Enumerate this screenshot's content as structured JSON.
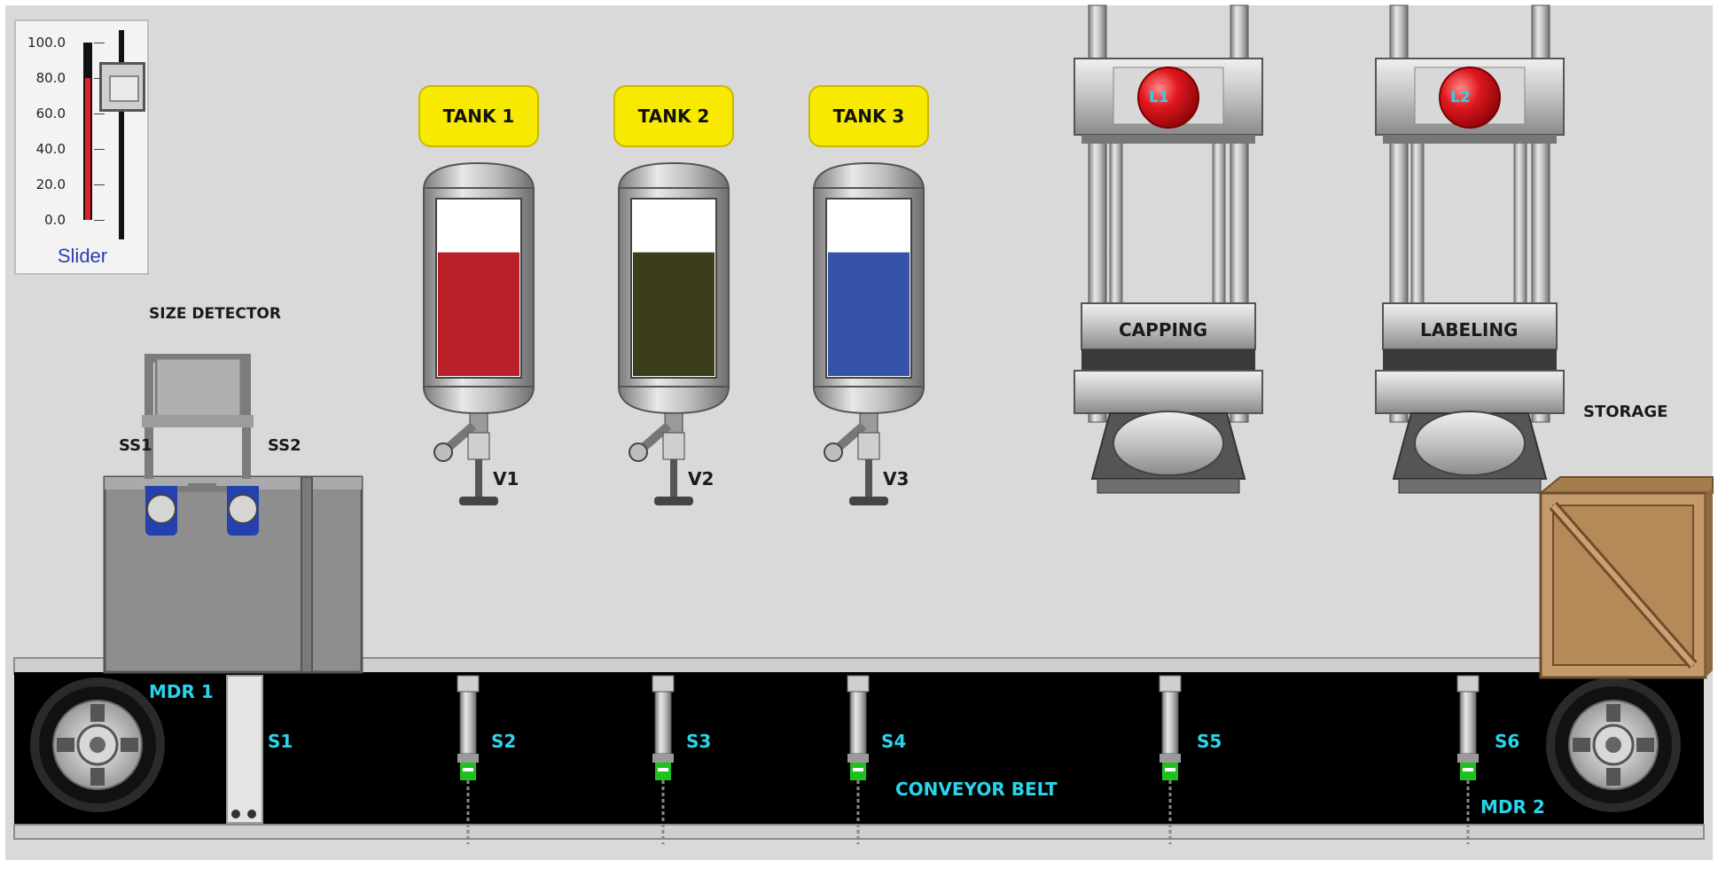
{
  "slider": {
    "caption": "Slider",
    "ticks": [
      "100.0",
      "80.0",
      "60.0",
      "40.0",
      "20.0",
      "0.0"
    ],
    "value": 80.0,
    "range": [
      0,
      100
    ]
  },
  "tanks": [
    {
      "label": "TANK 1",
      "valve": "V1",
      "liquid_color": "#b8212a",
      "level_fraction": 0.7
    },
    {
      "label": "TANK 2",
      "valve": "V2",
      "liquid_color": "#3c3d1b",
      "level_fraction": 0.7
    },
    {
      "label": "TANK 3",
      "valve": "V3",
      "liquid_color": "#3553a8",
      "level_fraction": 0.7
    }
  ],
  "size_detector": {
    "title": "SIZE DETECTOR",
    "sensor_left": "SS1",
    "sensor_right": "SS2"
  },
  "stations": [
    {
      "name": "CAPPING",
      "lamp": "L1",
      "lamp_color": "#e0181f"
    },
    {
      "name": "LABELING",
      "lamp": "L2",
      "lamp_color": "#e0181f"
    }
  ],
  "storage": {
    "label": "STORAGE"
  },
  "conveyor": {
    "label": "CONVEYOR BELT",
    "motor_left": "MDR 1",
    "motor_right": "MDR 2",
    "sensors": [
      "S1",
      "S2",
      "S3",
      "S4",
      "S5",
      "S6"
    ]
  },
  "colors": {
    "background": "#d9d9d9",
    "belt": "#000000",
    "label_cyan": "#2ad4ea",
    "tank_tag": "#f7ea00",
    "sensor_indicator": "#1fc11f",
    "storage_box": "#c49a6c"
  }
}
